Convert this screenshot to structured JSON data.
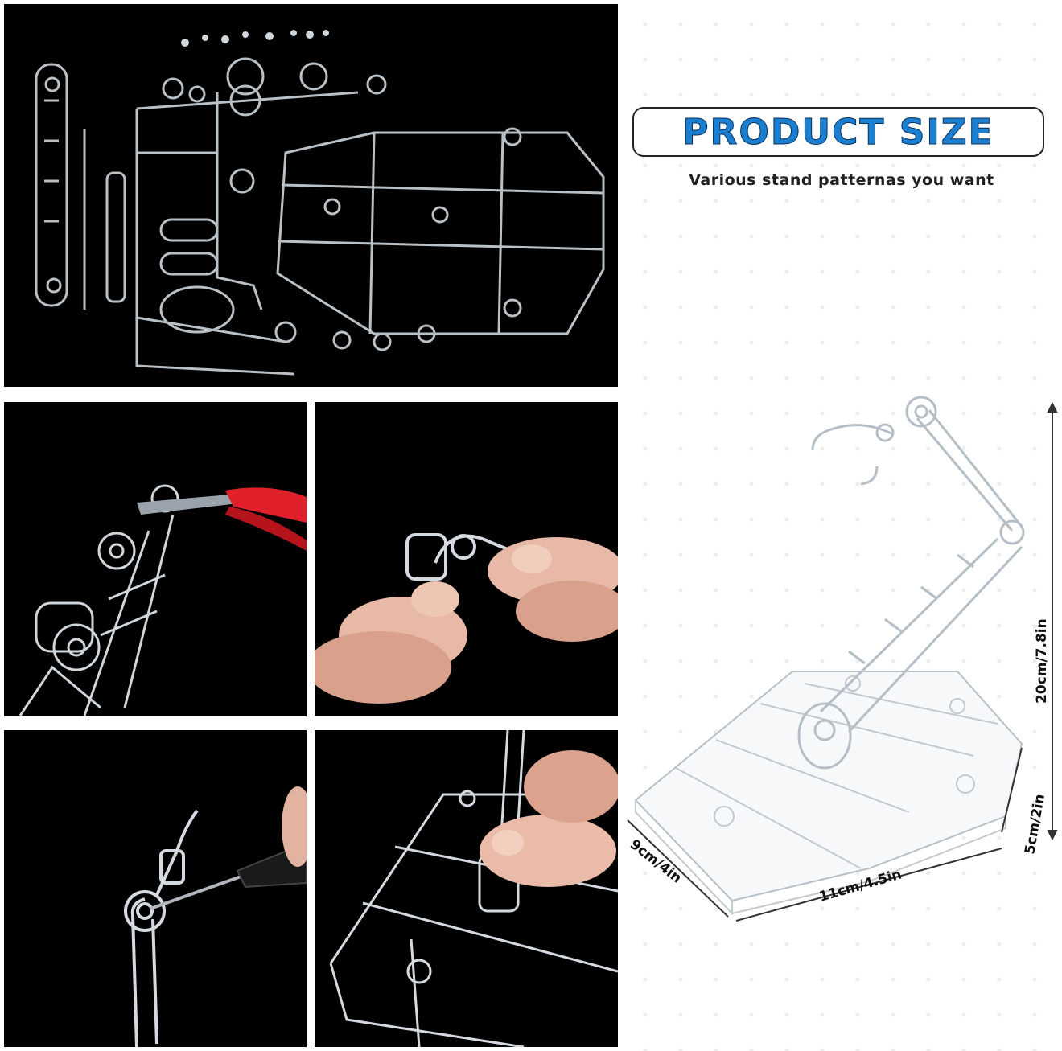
{
  "header": {
    "title": "PRODUCT SIZE",
    "subtitle": "Various stand patternas you want"
  },
  "dimensions": {
    "height": "20cm/7.8in",
    "depth": "5cm/2in",
    "length": "11cm/4.5in",
    "width": "9cm/4in"
  },
  "icons": [
    "sprue-parts-photo",
    "cutting-pliers-photo",
    "bending-arm-photo",
    "screwdriver-photo",
    "assembling-base-photo",
    "stand-diagram"
  ],
  "colors": {
    "title": "#1a7fd0",
    "plier-handle": "#e0202a",
    "photo-bg": "#000000"
  }
}
